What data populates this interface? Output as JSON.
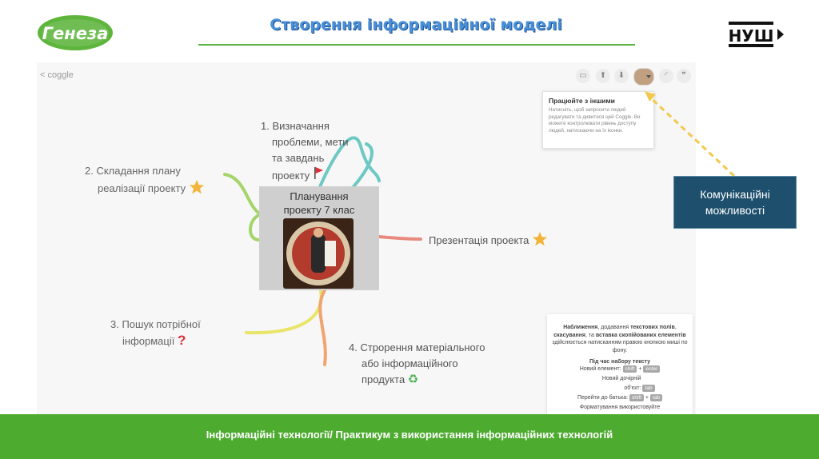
{
  "header": {
    "title": "Створення інформаційної моделі",
    "logo_left": "Генеза",
    "logo_right": "НУШ"
  },
  "app": {
    "back_label": "< coggle",
    "toolbar": {
      "icons": [
        "present-icon",
        "upload-icon",
        "download-icon",
        "user-avatar",
        "curve-icon",
        "quote-icon"
      ],
      "curve_glyph": "◜",
      "quote_glyph": "❞"
    },
    "tooltip": {
      "title": "Працюйте з іншими",
      "text": "Натисніть, щоб запросити людей редагувати та дивитися цей Coggle. Ви можете контролювати рівень доступу людей, натискаючи на їх іконки."
    },
    "mindmap": {
      "root": {
        "line1": "Планування",
        "line2": "проекту 7 клас"
      },
      "branches": [
        {
          "lines": [
            "1. Визначання",
            "проблеми, мети",
            "та завдань",
            "проекту"
          ],
          "icon": "flag-icon",
          "color": "#6ec8c4"
        },
        {
          "lines": [
            "2. Складання плану",
            "реалізації проекту"
          ],
          "icon": "star-icon",
          "color": "#a5d46a"
        },
        {
          "lines": [
            "3. Пошук потрібної",
            "інформації"
          ],
          "icon": "question-icon",
          "color": "#e9e46a"
        },
        {
          "lines": [
            "4. Строрення матеріального",
            "або інформаційного",
            "продукта"
          ],
          "icon": "recycle-icon",
          "color": "#f0a46e"
        },
        {
          "lines": [
            "Презентація проекта"
          ],
          "icon": "star-icon",
          "color": "#e88a7e"
        }
      ],
      "icon_colors": {
        "flag": "#d9303a",
        "star": "#f2b53a",
        "question": "#d9303a",
        "recycle": "#4caf50"
      }
    },
    "shortcuts": {
      "intro_b1": "Наближення",
      "intro_t1": ", додавання ",
      "intro_b2": "текстових полів",
      "intro_t2": ", ",
      "intro_b3": "скасування",
      "intro_t3": ", та ",
      "intro_b4": "вставка скопійованих елементів",
      "intro_t4": " здійснюється натисканням правою кнопкою миші по фону.",
      "heading": "Під час набору тексту",
      "rows": [
        {
          "label": "Новий елемент:",
          "keys": [
            "shift",
            "enter"
          ]
        },
        {
          "label": "Новий дочірній об'єкт:",
          "keys": [
            "tab"
          ]
        },
        {
          "label": "Перейти до батька:",
          "keys": [
            "shift",
            "tab"
          ]
        }
      ],
      "plus": "+",
      "footer_line": "Форматування використовуйте"
    }
  },
  "callout": {
    "line1": "Комунікаційні",
    "line2": "можливості"
  },
  "footer": {
    "text": "Інформаційні технології/ Практикум з використання інформаційних технологій"
  },
  "colors": {
    "accent_green": "#4dab2f",
    "title_blue": "#4a90d9",
    "callout_bg": "#1e4f6d",
    "arrow_yellow": "#f2c94c"
  }
}
